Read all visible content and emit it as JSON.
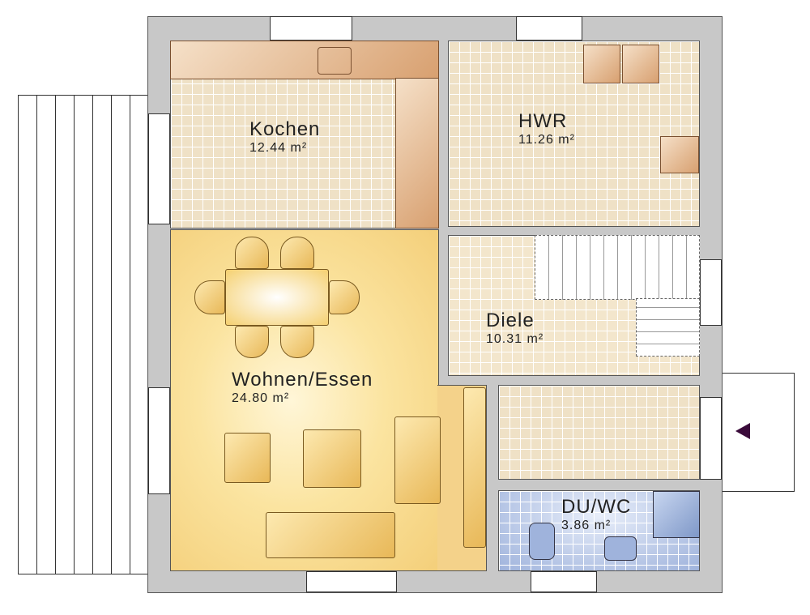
{
  "rooms": {
    "kochen": {
      "name": "Kochen",
      "area": "12.44 m²"
    },
    "hwr": {
      "name": "HWR",
      "area": "11.26 m²"
    },
    "diele": {
      "name": "Diele",
      "area": "10.31 m²"
    },
    "wohnen": {
      "name": "Wohnen/Essen",
      "area": "24.80 m²"
    },
    "duwc": {
      "name": "DU/WC",
      "area": "3.86 m²"
    }
  },
  "colors": {
    "wall": "#c8c8c8",
    "floor_tile": "#efe1c6",
    "living": "#f7d98a",
    "bath": "#b8c8e8",
    "entry_arrow": "#3a0a3a"
  }
}
